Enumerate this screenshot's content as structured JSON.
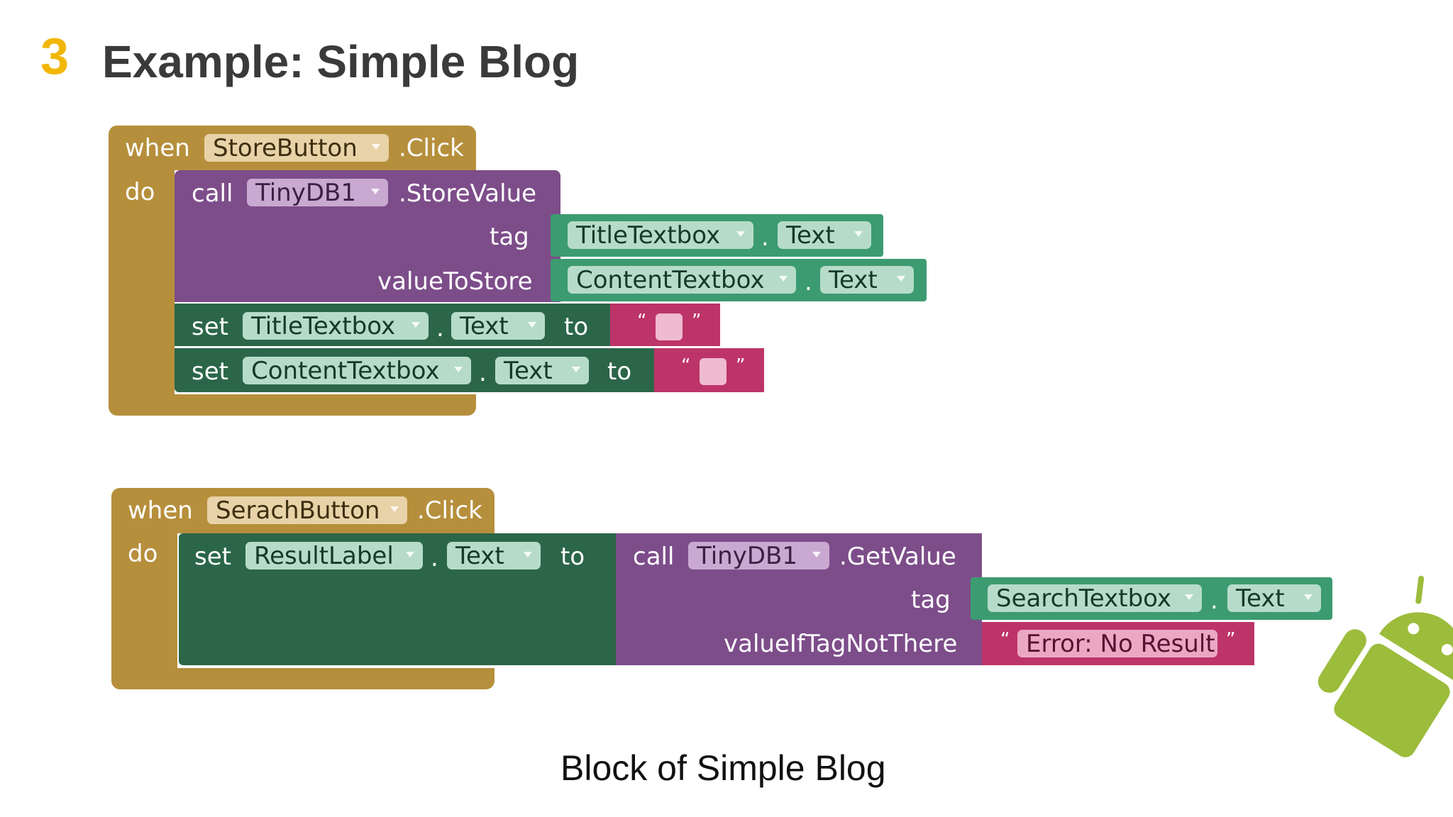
{
  "slide": {
    "number": "3",
    "title": "Example: Simple Blog",
    "caption": "Block of Simple Blog"
  },
  "colors": {
    "event": "#b68f3c",
    "procedure": "#7d4d8a",
    "setter": "#2b6648",
    "component": "#3c9b70",
    "text_block": "#bd3468",
    "accent": "#f2b705",
    "android": "#9cbc3c"
  },
  "icons": [
    "android-logo"
  ],
  "block1": {
    "when": "when",
    "do": "do",
    "button": "StoreButton",
    "event": ".Click",
    "call": "call",
    "db": "TinyDB1",
    "method": ".StoreValue",
    "tag_label": "tag",
    "value_label": "valueToStore",
    "tag_component": "TitleTextbox",
    "tag_property": "Text",
    "value_component": "ContentTextbox",
    "value_property": "Text",
    "dot": ".",
    "set1": {
      "set": "set",
      "component": "TitleTextbox",
      "property": "Text",
      "to": "to"
    },
    "set2": {
      "set": "set",
      "component": "ContentTextbox",
      "property": "Text",
      "to": "to"
    },
    "open_quote": "“",
    "close_quote": "”"
  },
  "block2": {
    "when": "when",
    "do": "do",
    "button": "SerachButton",
    "event": ".Click",
    "set": "set",
    "set_component": "ResultLabel",
    "set_property": "Text",
    "to": "to",
    "dot": ".",
    "call": "call",
    "db": "TinyDB1",
    "method": ".GetValue",
    "tag_label": "tag",
    "value_label": "valueIfTagNotThere",
    "tag_component": "SearchTextbox",
    "tag_property": "Text",
    "default_text": "Error: No Result",
    "open_quote": "“",
    "close_quote": "”"
  }
}
